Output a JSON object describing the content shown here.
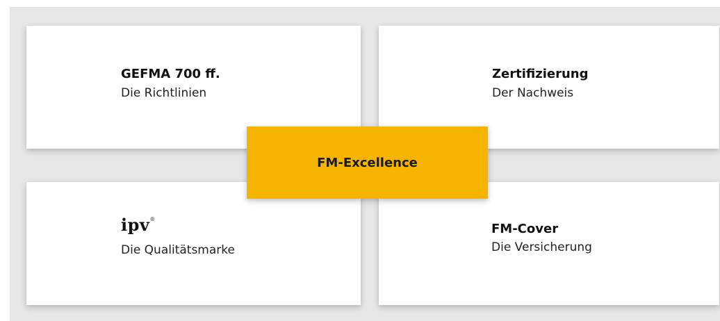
{
  "colors": {
    "panel_background": "#e6e6e8",
    "card_background": "#ffffff",
    "center_accent": "#f5b400"
  },
  "center": {
    "label": "FM-Excellence"
  },
  "cards": {
    "top_left": {
      "title": "GEFMA 700 ff.",
      "subtitle": "Die Richtlinien"
    },
    "top_right": {
      "title": "Zertifizierung",
      "subtitle": "Der Nachweis"
    },
    "bottom_left": {
      "logo_text": "ipv",
      "logo_mark": "®",
      "subtitle": "Die Qualitätsmarke"
    },
    "bottom_right": {
      "title": "FM-Cover",
      "subtitle": "Die Versicherung"
    }
  }
}
